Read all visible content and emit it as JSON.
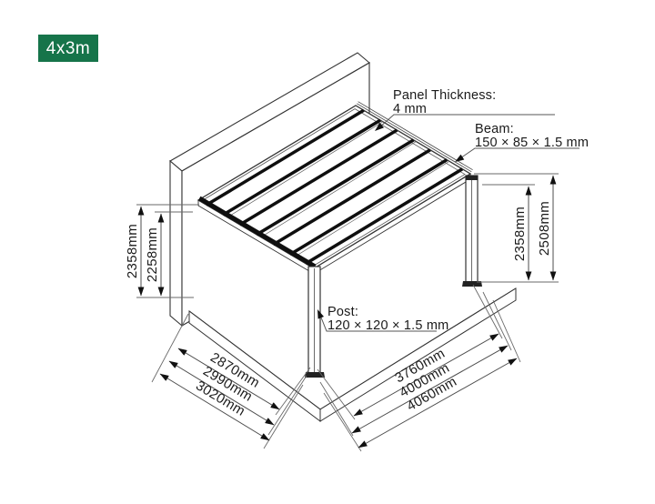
{
  "badge": {
    "label": "4x3m"
  },
  "colors": {
    "badge_bg": "#16744a",
    "line": "#333333",
    "slat": "#0f0f0f",
    "text": "#1a1a1a"
  },
  "callouts": {
    "panel_thickness": {
      "title": "Panel Thickness:",
      "value": "4 mm"
    },
    "beam": {
      "title": "Beam:",
      "value": "150 × 85 × 1.5 mm"
    },
    "post": {
      "title": "Post:",
      "value": "120 × 120 × 1.5 mm"
    }
  },
  "dimensions": {
    "left": {
      "outer": "2358mm",
      "inner": "2258mm"
    },
    "right": {
      "inner": "2358mm",
      "outer": "2508mm"
    },
    "bottom_left": {
      "d1": "2870mm",
      "d2": "2990mm",
      "d3": "3020mm"
    },
    "bottom_right": {
      "d1": "3760mm",
      "d2": "4000mm",
      "d3": "4060mm"
    }
  }
}
